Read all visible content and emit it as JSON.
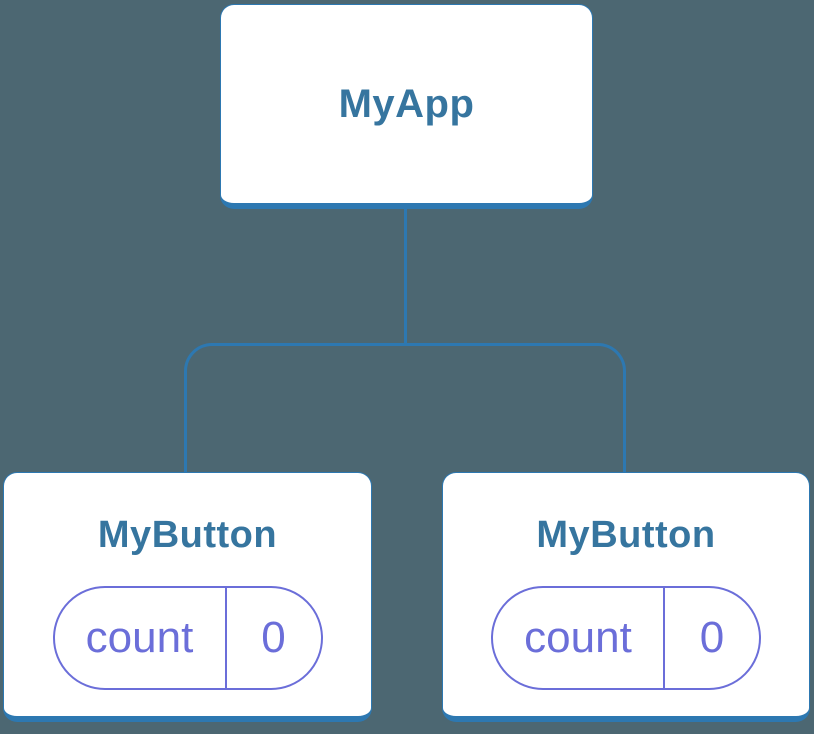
{
  "colors": {
    "background": "#4C6772",
    "connector": "#2D78B1",
    "card_border": "#2D78B1",
    "card_background": "#FFFFFF",
    "node_label": "#36759F",
    "state": "#6B6ED9"
  },
  "diagram": {
    "type": "component-tree",
    "root": {
      "label": "MyApp"
    },
    "children": [
      {
        "label": "MyButton",
        "state": {
          "name": "count",
          "value": "0"
        }
      },
      {
        "label": "MyButton",
        "state": {
          "name": "count",
          "value": "0"
        }
      }
    ]
  }
}
